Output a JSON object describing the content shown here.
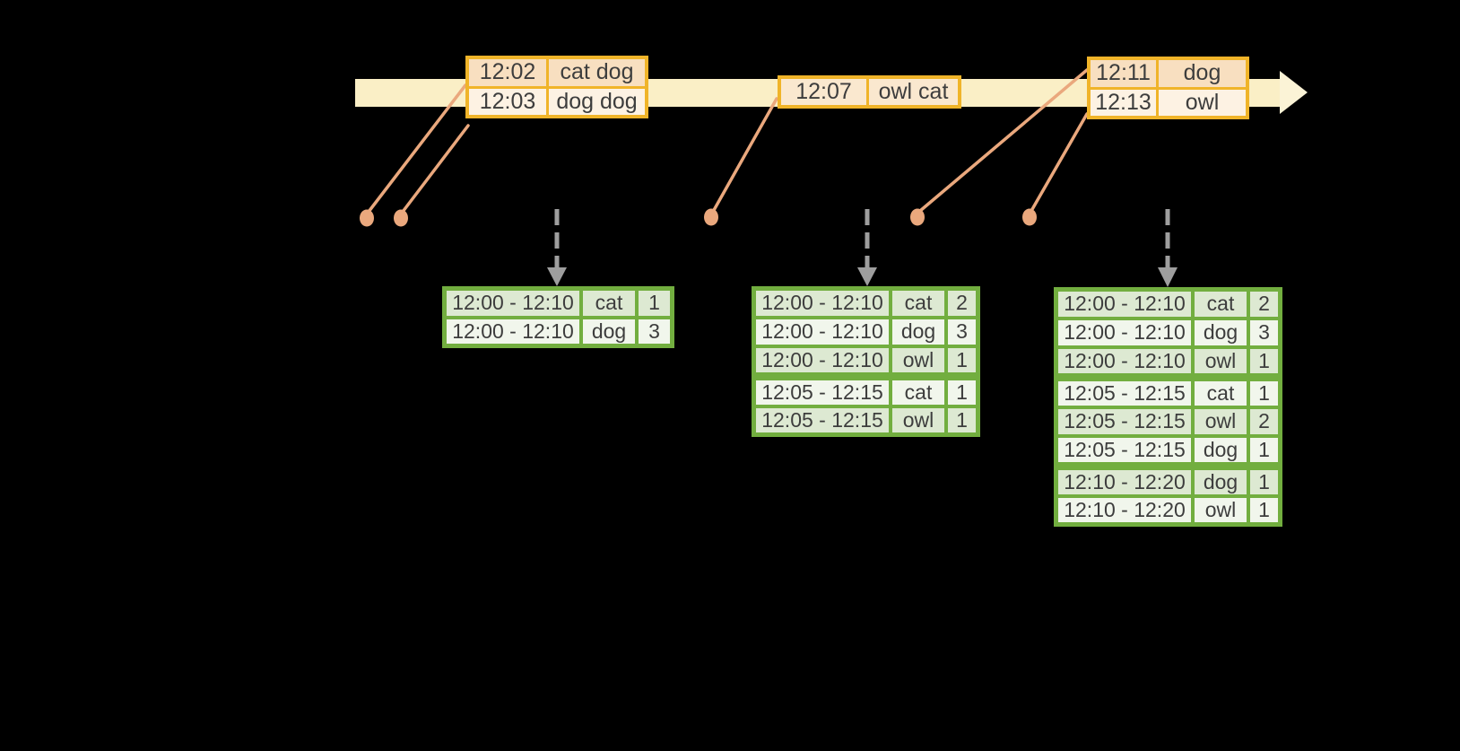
{
  "colors": {
    "background": "#000000",
    "timeline_band": "#FAEFC6",
    "timeline_arrowhead": "#FBF3D6",
    "event_border": "#F0B429",
    "event_row_dark": "#F8DFC0",
    "event_row_medium": "#FAE8CF",
    "event_row_light": "#FDF2E3",
    "connector": "#EAA87D",
    "trigger_arrow": "#9E9E9E",
    "result_border": "#72AE3F",
    "result_row_dark": "#DDE9D2",
    "result_row_light": "#F1F6EC",
    "text": "#3D3D3D"
  },
  "diagram": {
    "event_stream": {
      "tables": [
        {
          "rows": [
            {
              "time": "12:02",
              "words": "cat dog",
              "shade": "dark"
            },
            {
              "time": "12:03",
              "words": "dog dog",
              "shade": "light"
            }
          ]
        },
        {
          "rows": [
            {
              "time": "12:07",
              "words": "owl cat",
              "shade": "medium"
            }
          ]
        },
        {
          "rows": [
            {
              "time": "12:11",
              "words": "dog",
              "shade": "dark"
            },
            {
              "time": "12:13",
              "words": "owl",
              "shade": "light"
            }
          ]
        }
      ]
    },
    "result_tables": [
      {
        "rows": [
          {
            "window": "12:00 - 12:10",
            "word": "cat",
            "count": "1",
            "shade": "dark"
          },
          {
            "window": "12:00 - 12:10",
            "word": "dog",
            "count": "3",
            "shade": "light"
          }
        ]
      },
      {
        "rows": [
          {
            "window": "12:00 - 12:10",
            "word": "cat",
            "count": "2",
            "shade": "dark"
          },
          {
            "window": "12:00 - 12:10",
            "word": "dog",
            "count": "3",
            "shade": "light"
          },
          {
            "window": "12:00 - 12:10",
            "word": "owl",
            "count": "1",
            "shade": "dark"
          },
          {
            "window": "12:05 - 12:15",
            "word": "cat",
            "count": "1",
            "shade": "light",
            "group_start": true
          },
          {
            "window": "12:05 - 12:15",
            "word": "owl",
            "count": "1",
            "shade": "dark"
          }
        ]
      },
      {
        "rows": [
          {
            "window": "12:00 - 12:10",
            "word": "cat",
            "count": "2",
            "shade": "dark"
          },
          {
            "window": "12:00 - 12:10",
            "word": "dog",
            "count": "3",
            "shade": "light"
          },
          {
            "window": "12:00 - 12:10",
            "word": "owl",
            "count": "1",
            "shade": "dark"
          },
          {
            "window": "12:05 - 12:15",
            "word": "cat",
            "count": "1",
            "shade": "light",
            "group_start": true
          },
          {
            "window": "12:05 - 12:15",
            "word": "owl",
            "count": "2",
            "shade": "dark"
          },
          {
            "window": "12:05 - 12:15",
            "word": "dog",
            "count": "1",
            "shade": "light"
          },
          {
            "window": "12:10 - 12:20",
            "word": "dog",
            "count": "1",
            "shade": "dark",
            "group_start": true
          },
          {
            "window": "12:10 - 12:20",
            "word": "owl",
            "count": "1",
            "shade": "light"
          }
        ]
      }
    ]
  }
}
